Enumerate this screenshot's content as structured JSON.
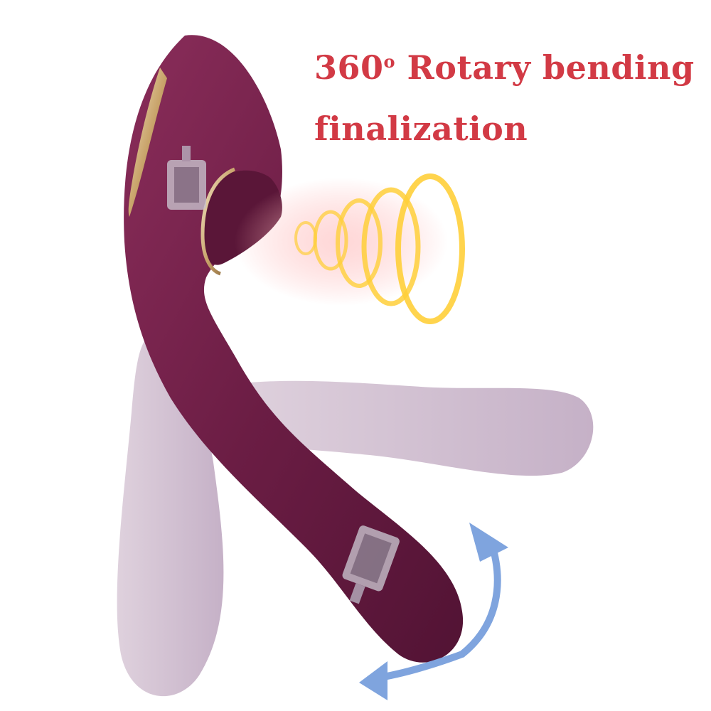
{
  "headline": {
    "number": "360",
    "degree_mark": "o",
    "line1_rest": " Rotary bending",
    "line2": "finalization"
  },
  "colors": {
    "text": "#d23a45",
    "device": "#6e1f45",
    "ghost": "#c9b6c9",
    "arrow": "#7fa4de",
    "suction_glow": "#ffcf3a"
  },
  "icons": [
    "rotate-arrow-icon",
    "motor-icon",
    "suction-wave-icon"
  ]
}
